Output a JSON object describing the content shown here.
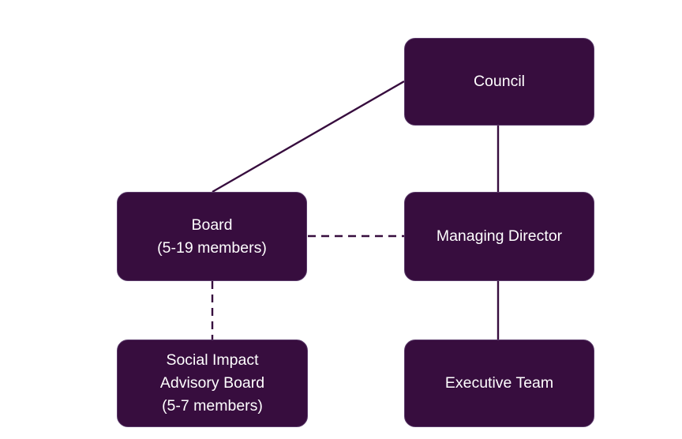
{
  "colors": {
    "node_fill": "#370d3e",
    "node_border": "#5a3a6a",
    "connector": "#370d3e",
    "text": "#ffffff",
    "background": "#ffffff"
  },
  "nodes": {
    "council": {
      "lines": [
        "Council"
      ]
    },
    "board": {
      "lines": [
        "Board",
        "(5-19 members)"
      ]
    },
    "managing_director": {
      "lines": [
        "Managing Director"
      ]
    },
    "social_impact_advisory_board": {
      "lines": [
        "Social Impact",
        "Advisory Board",
        "(5-7 members)"
      ]
    },
    "executive_team": {
      "lines": [
        "Executive Team"
      ]
    }
  },
  "connectors": [
    {
      "from": "council",
      "to": "board",
      "style": "solid"
    },
    {
      "from": "council",
      "to": "managing_director",
      "style": "solid"
    },
    {
      "from": "board",
      "to": "managing_director",
      "style": "dashed"
    },
    {
      "from": "board",
      "to": "social_impact_advisory_board",
      "style": "dashed"
    },
    {
      "from": "managing_director",
      "to": "executive_team",
      "style": "solid"
    }
  ]
}
